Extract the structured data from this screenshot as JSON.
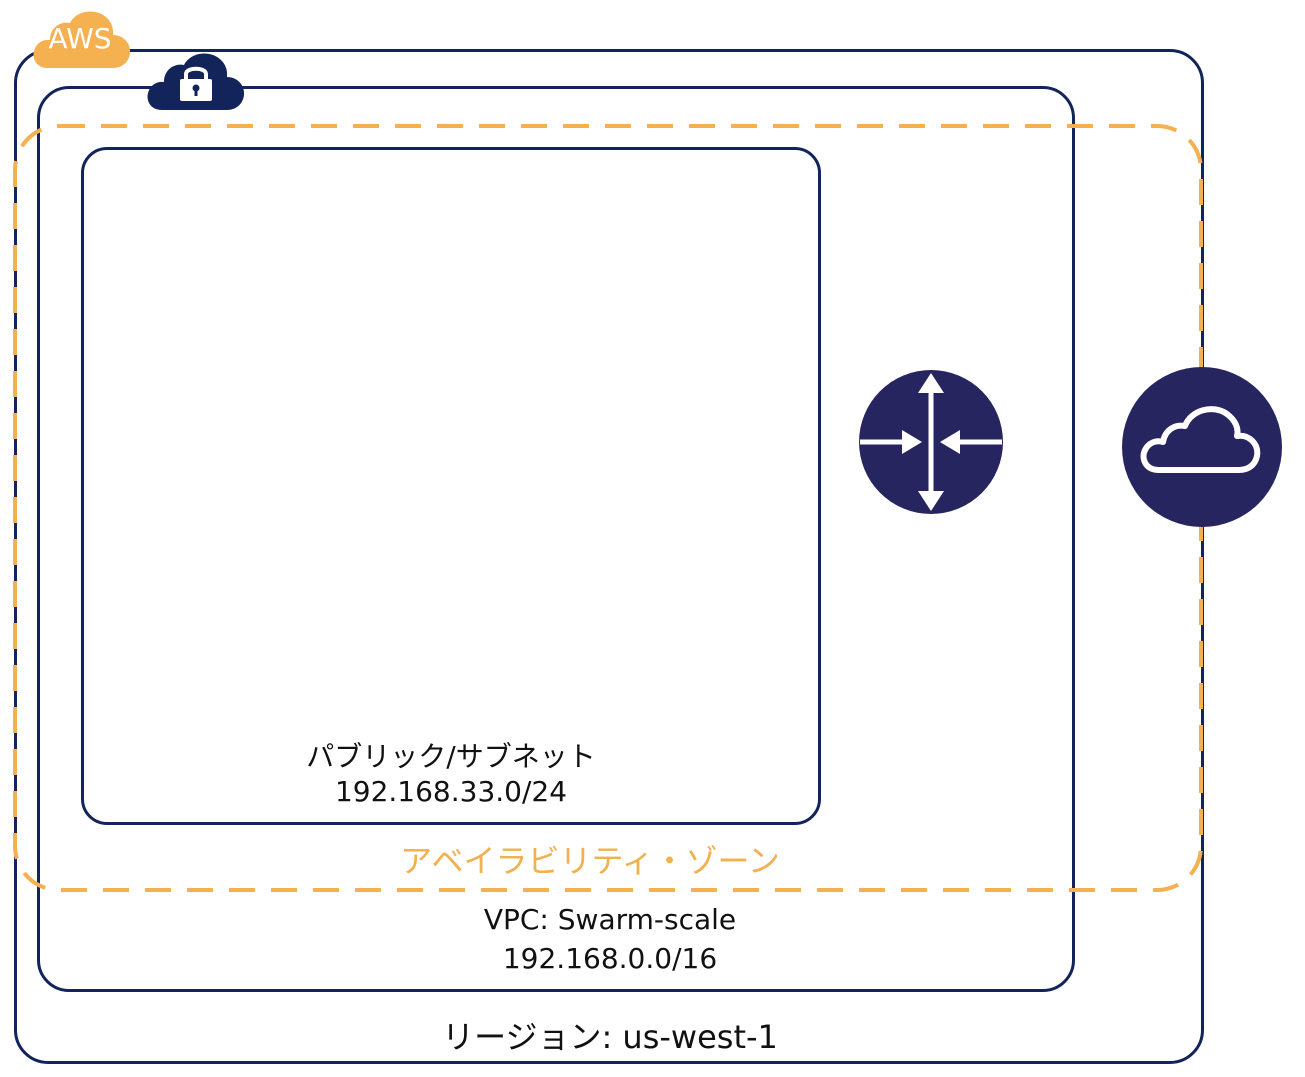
{
  "colors": {
    "navy": "#13245a",
    "icon_fill": "#27255f",
    "aws_orange": "#f5b04f",
    "az_orange": "#f2b04e"
  },
  "aws_icon": {
    "text": "AWS",
    "icon": "aws-cloud-icon"
  },
  "vpc_icon": {
    "icon": "vpc-lock-cloud-icon"
  },
  "router": {
    "icon": "router-icon"
  },
  "internet_gateway": {
    "icon": "internet-gateway-cloud-icon"
  },
  "subnet": {
    "name": "パブリック/サブネット",
    "cidr": "192.168.33.0/24"
  },
  "availability_zone": {
    "label": "アベイラビリティ・ゾーン"
  },
  "vpc": {
    "name": "VPC: Swarm-scale",
    "cidr": "192.168.0.0/16"
  },
  "region": {
    "label": "リージョン: us-west-1"
  }
}
